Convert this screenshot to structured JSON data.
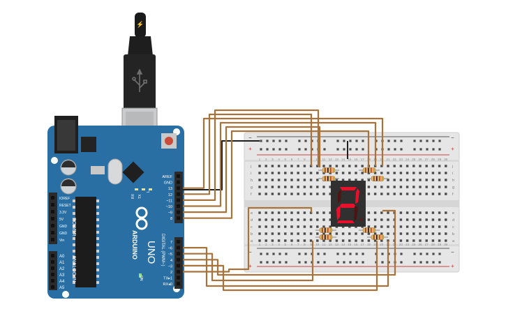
{
  "board": {
    "brand": "ARDUINO",
    "model": "UNO",
    "on_label": "ON",
    "tx_label": "TX",
    "rx_label": "RX",
    "l_label": "L",
    "power_label": "POWER",
    "analog_label": "ANALOG IN",
    "digital_label": "DIGITAL (PWM~)",
    "power_pins": [
      "IOREF",
      "RESET",
      "3.3V",
      "5V",
      "GND",
      "GND",
      "Vin"
    ],
    "analog_pins": [
      "A0",
      "A1",
      "A2",
      "A3",
      "A4",
      "A5"
    ],
    "digital_top": [
      "AREF",
      "GND",
      "13",
      "12",
      "~11",
      "~10",
      "~9",
      "8"
    ],
    "digital_bottom": [
      "7",
      "~6",
      "~5",
      "4",
      "~3",
      "2",
      "TX▸1",
      "RX◂0"
    ],
    "colors": {
      "pcb": "#2a6fa3",
      "header": "#2b2b2b"
    }
  },
  "breadboard": {
    "rows_top": [
      "j",
      "i",
      "h",
      "g",
      "f"
    ],
    "rows_bottom": [
      "e",
      "d",
      "c",
      "b",
      "a"
    ],
    "col_numbers": [
      "1",
      "2",
      "3",
      "4",
      "5",
      "6",
      "7",
      "8",
      "9",
      "10",
      "11",
      "12",
      "13",
      "14",
      "15",
      "16",
      "17",
      "18",
      "19",
      "20",
      "21",
      "22",
      "23",
      "24",
      "25",
      "26",
      "27",
      "28",
      "29",
      "30"
    ],
    "rail_plus": "+",
    "rail_minus": "−"
  },
  "display": {
    "digit": "2",
    "color": "#e8102a"
  },
  "wire_color": "#a8733a",
  "usb_icon": "usb-icon"
}
